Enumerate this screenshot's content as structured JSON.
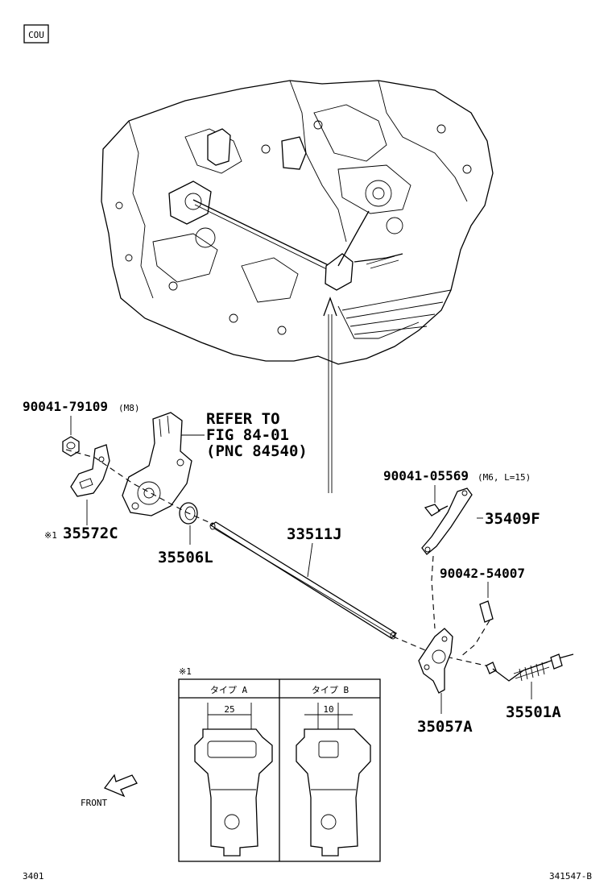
{
  "header": {
    "code_box": "COU"
  },
  "callouts": {
    "nut_part": "90041-79109",
    "nut_spec": "(M8)",
    "refer_line1": "REFER TO",
    "refer_line2": "FIG 84-01",
    "refer_line3": "(PNC 84540)",
    "lock_plate_mark": "※1",
    "lock_plate": "35572C",
    "oil_seal": "35506L",
    "shaft": "33511J",
    "bolt_part": "90041-05569",
    "bolt_spec": "(M6, L=15)",
    "rod": "35409F",
    "pin": "90042-54007",
    "lever": "35057A",
    "cable": "35501A"
  },
  "detail_table": {
    "title": "※1",
    "col_a_header": "タイプ A",
    "col_b_header": "タイプ B",
    "dim_a": "25",
    "dim_b": "10"
  },
  "direction": {
    "label": "FRONT"
  },
  "footer": {
    "left": "3401",
    "right": "341547-B"
  }
}
